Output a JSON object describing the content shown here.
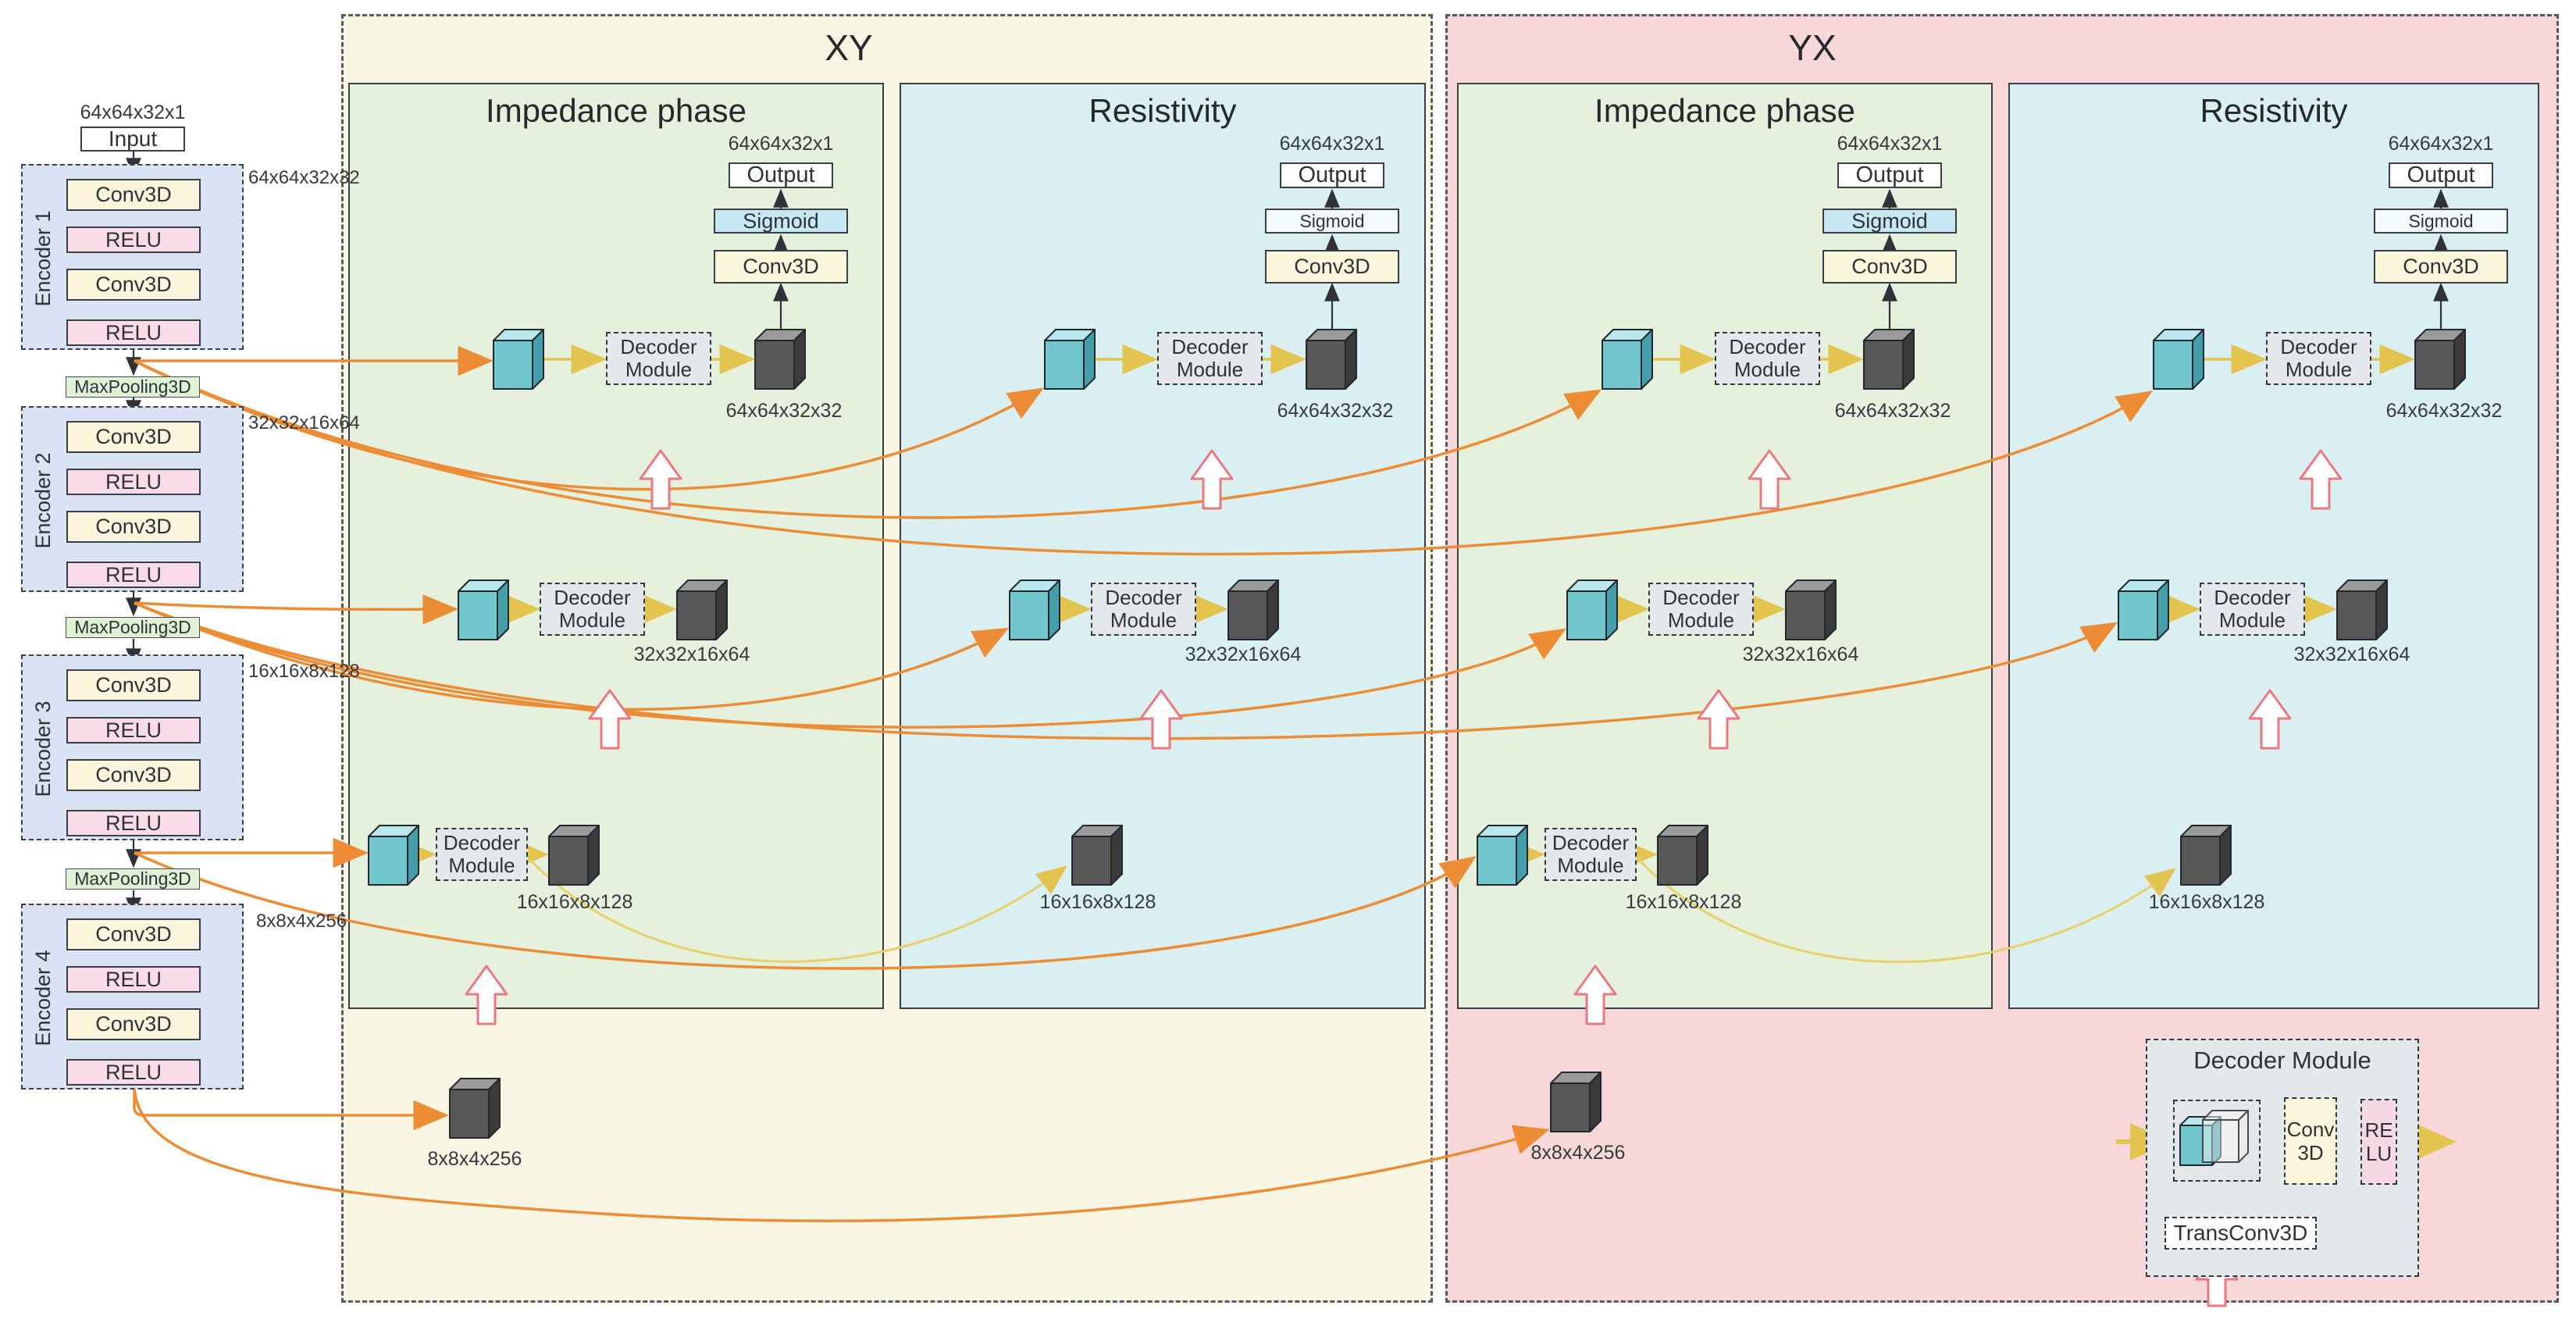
{
  "encoder_column": {
    "input_dims": "64x64x32x1",
    "input_label": "Input",
    "maxpool_label": "MaxPooling3D",
    "blocks": [
      {
        "name": "Encoder 1",
        "layers": [
          "Conv3D",
          "RELU",
          "Conv3D",
          "RELU"
        ],
        "out_dims": "64x64x32x32"
      },
      {
        "name": "Encoder 2",
        "layers": [
          "Conv3D",
          "RELU",
          "Conv3D",
          "RELU"
        ],
        "out_dims": "32x32x16x64"
      },
      {
        "name": "Encoder 3",
        "layers": [
          "Conv3D",
          "RELU",
          "Conv3D",
          "RELU"
        ],
        "out_dims": "16x16x8x128"
      },
      {
        "name": "Encoder 4",
        "layers": [
          "Conv3D",
          "RELU",
          "Conv3D",
          "RELU"
        ],
        "out_dims": "8x8x4x256"
      }
    ]
  },
  "groups": [
    {
      "title": "XY",
      "bottleneck_dims": "8x8x4x256",
      "branches": [
        {
          "title": "Impedance phase",
          "out_dims": "64x64x32x1",
          "output_label": "Output",
          "sigmoid_label": "Sigmoid",
          "conv_label": "Conv3D",
          "decoder_module_label": "Decoder Module",
          "row_dims": [
            "64x64x32x32",
            "32x32x16x64",
            "16x16x8x128"
          ]
        },
        {
          "title": "Resistivity",
          "out_dims": "64x64x32x1",
          "output_label": "Output",
          "sigmoid_label": "Sigmoid",
          "conv_label": "Conv3D",
          "decoder_module_label": "Decoder Module",
          "row_dims": [
            "64x64x32x32",
            "32x32x16x64",
            "16x16x8x128"
          ]
        }
      ]
    },
    {
      "title": "YX",
      "bottleneck_dims": "8x8x4x256",
      "branches": [
        {
          "title": "Impedance phase",
          "out_dims": "64x64x32x1",
          "output_label": "Output",
          "sigmoid_label": "Sigmoid",
          "conv_label": "Conv3D",
          "decoder_module_label": "Decoder Module",
          "row_dims": [
            "64x64x32x32",
            "32x32x16x64",
            "16x16x8x128"
          ]
        },
        {
          "title": "Resistivity",
          "out_dims": "64x64x32x1",
          "output_label": "Output",
          "sigmoid_label": "Sigmoid",
          "conv_label": "Conv3D",
          "decoder_module_label": "Decoder Module",
          "row_dims": [
            "64x64x32x32",
            "32x32x16x64",
            "16x16x8x128"
          ]
        }
      ]
    }
  ],
  "decoder_module_detail": {
    "title": "Decoder Module",
    "conv_label": "Conv 3D",
    "relu_label": "RE LU",
    "transconv_label": "TransConv3D"
  },
  "colors": {
    "xy_bg": "#FAF6E4",
    "yx_bg": "#F8D7D8",
    "impedance_bg": "#E5F1DC",
    "resistivity_bg": "#D9EFF2",
    "conv_box": "#FBF5DC",
    "relu_box": "#FADCE8",
    "maxpool_box": "#DFF2D6",
    "encoder_bg": "#DAE3F3",
    "sigmoid_box": "#C7E8F3",
    "module_box": "#E4E8EB",
    "skip_orange": "#EC8C35",
    "flow_yellow": "#E3C44F",
    "cube_teal_front": "#72C6CE",
    "cube_teal_top": "#B9E8EC",
    "cube_teal_side": "#449FAB",
    "cube_dark_front": "#575757",
    "cube_dark_top": "#9B9B9B",
    "cube_dark_side": "#3B3B3B",
    "up_arrow_stroke": "#E97981"
  }
}
